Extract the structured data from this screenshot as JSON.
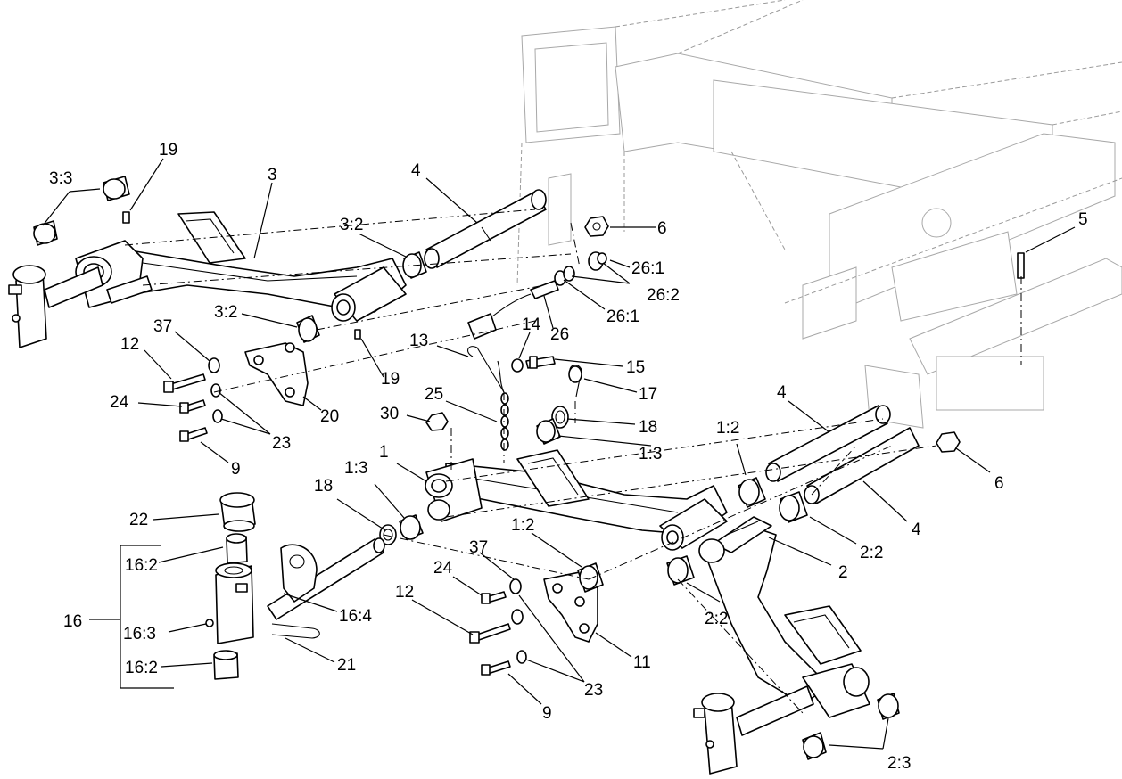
{
  "callouts": {
    "c33": "3:3",
    "c19a": "19",
    "c3": "3",
    "c4a": "4",
    "c32a": "3:2",
    "c6a": "6",
    "c5": "5",
    "c261a": "26:1",
    "c262": "26:2",
    "c261b": "26:1",
    "c26": "26",
    "c32b": "3:2",
    "c37a": "37",
    "c12a": "12",
    "c19b": "19",
    "c13": "13",
    "c14": "14",
    "c15": "15",
    "c24a": "24",
    "c20": "20",
    "c25": "25",
    "c17": "17",
    "c4b": "4",
    "c23a": "23",
    "c30": "30",
    "c18a": "18",
    "c12b": "12",
    "c9a": "9",
    "c1": "1",
    "c13b": "1:3",
    "c18b": "18",
    "c13c": "1:3",
    "c6b": "6",
    "c22": "22",
    "c12c": "1:2",
    "c162a": "16:2",
    "c4c": "4",
    "c12d": "1:2",
    "c37b": "37",
    "c22b": "2:2",
    "c2": "2",
    "c24b": "24",
    "c164": "16:4",
    "c16": "16",
    "c163": "16:3",
    "c12e": "12",
    "c22c": "2:2",
    "c21": "21",
    "c11": "11",
    "c162b": "16:2",
    "c23b": "23",
    "c9b": "9",
    "c23c": "2:3"
  }
}
